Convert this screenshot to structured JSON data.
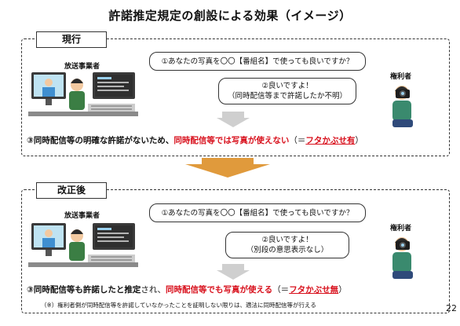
{
  "title": "許諾推定規定の創設による効果（イメージ）",
  "current": {
    "tab": "現行",
    "broadcaster_label": "放送事業者",
    "rightholder_label": "権利者",
    "question": "①あなたの写真を〇〇【番組名】で使っても良いですか？",
    "answer_line1": "②良いですよ！",
    "answer_line2": "（同時配信等まで許諾したか不明）",
    "result": {
      "part1": "③同時配信等の明確な許諾がないため、",
      "part2": "同時配信等では写真が使えない",
      "part3": "（＝",
      "part4": "フタかぶせ有",
      "part5": "）"
    }
  },
  "revised": {
    "tab": "改正後",
    "broadcaster_label": "放送事業者",
    "rightholder_label": "権利者",
    "question": "①あなたの写真を〇〇【番組名】で使っても良いですか？",
    "answer_line1": "②良いですよ！",
    "answer_line2": "（別段の意思表示なし）",
    "result": {
      "part1": "③同時配信等も許諾したと推定",
      "part2": "され、",
      "part3": "同時配信等でも写真が使える",
      "part4": "（＝",
      "part5": "フタかぶせ無",
      "part6": "）"
    },
    "note": "（※）権利者側が同時配信等を許諾していなかったことを証明しない限りは、適法に同時配信等が行える"
  },
  "page_number": "22",
  "colors": {
    "accent_red": "#d8101c",
    "big_arrow": "#e09a3c",
    "small_arrow": "#cfcfcf"
  }
}
